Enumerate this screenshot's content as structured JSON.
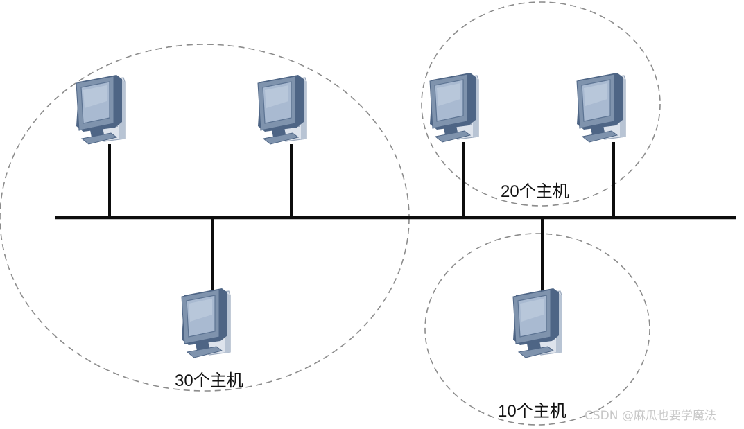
{
  "groups": [
    {
      "label": "30个主机"
    },
    {
      "label": "20个主机"
    },
    {
      "label": "10个主机"
    }
  ],
  "watermark": "CSDN @麻瓜也要学魔法",
  "colors": {
    "bus": "#0d0d0d",
    "dash": "#8c8c8c",
    "monitor": "#7f93ad",
    "monitor_dark": "#4e6585",
    "screen": "#a9bad1",
    "tower": "#dde3ec",
    "tower_dark": "#9aa8bc"
  },
  "icons": {
    "host": "desktop-computer-icon"
  }
}
